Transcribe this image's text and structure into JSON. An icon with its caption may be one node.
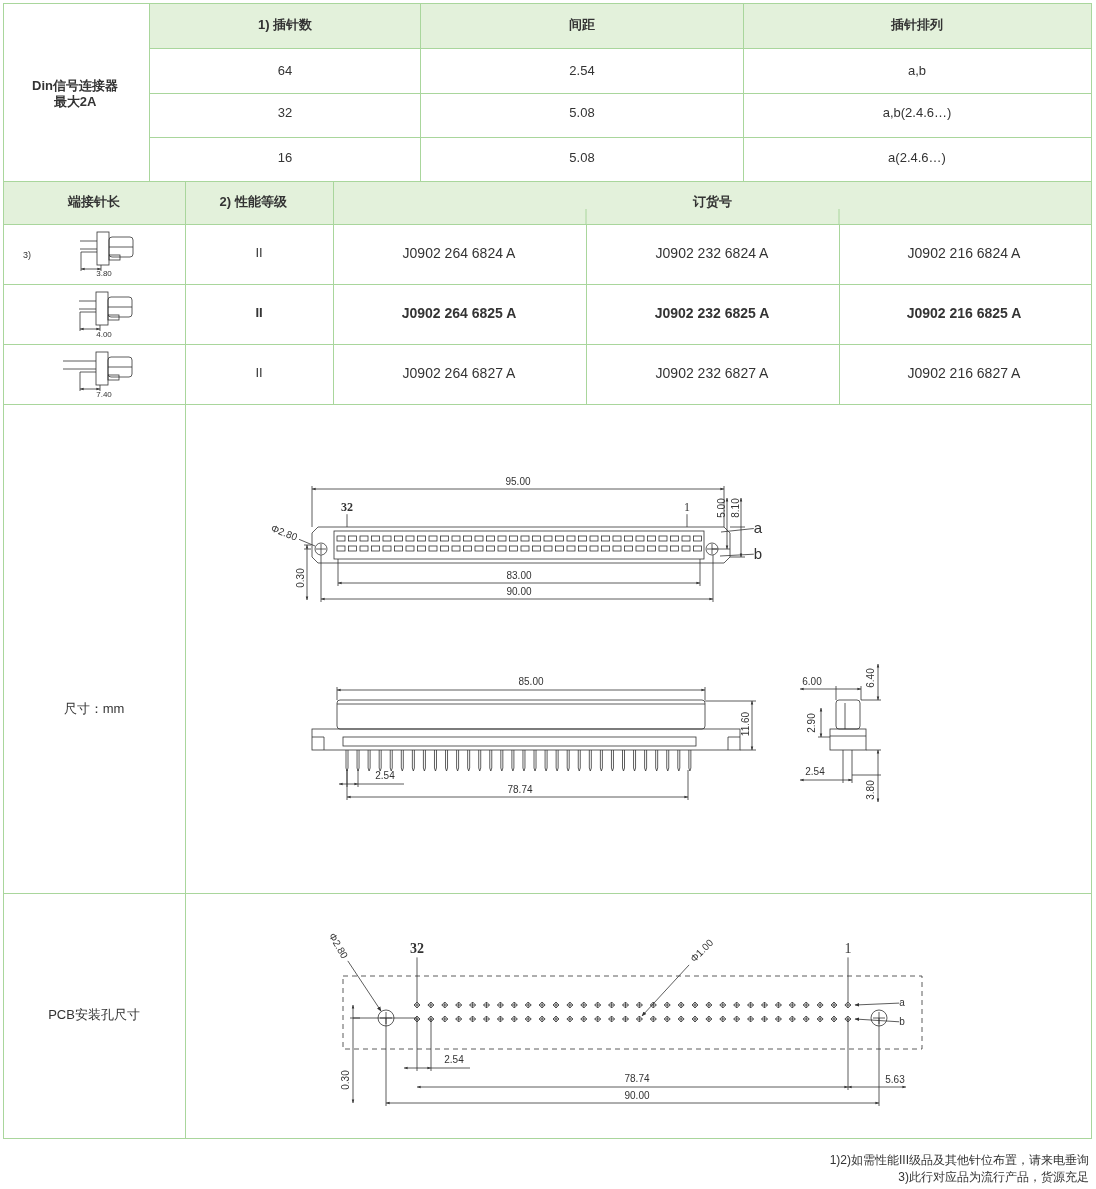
{
  "diagram": {
    "nodes": [
      {
        "text": [
          "32"
        ]
      },
      {
        "text": [
          "1"
        ]
      },
      {
        "text": [
          "Φ2.80"
        ]
      },
      {
        "text": [
          "a"
        ]
      },
      {
        "text": [
          "b"
        ]
      },
      {
        "text": [
          "Φ2.80"
        ]
      },
      {
        "text": [
          "32"
        ]
      },
      {
        "text": [
          "Φ1.00"
        ]
      },
      {
        "text": [
          "1"
        ]
      },
      {
        "text": [
          "a"
        ]
      },
      {
        "text": [
          "b"
        ]
      },
      {
        "text": [],
        "shape": "picture"
      },
      {
        "text": [],
        "shape": "picture"
      }
    ],
    "edges": [
      {
        "from": 0,
        "to": 11,
        "arrow": "none"
      },
      {
        "from": 1,
        "to": 11,
        "arrow": "none"
      },
      {
        "from": 2,
        "to": 11,
        "arrow": "none"
      },
      {
        "from": 3,
        "to": 11,
        "arrow": "none"
      },
      {
        "from": 4,
        "to": 11,
        "arrow": "none"
      },
      {
        "from": 5,
        "to": 12,
        "arrow": "to"
      },
      {
        "from": 6,
        "to": 12,
        "arrow": "none"
      },
      {
        "from": 7,
        "to": 12,
        "arrow": "to"
      },
      {
        "from": 8,
        "to": 12,
        "arrow": "none"
      },
      {
        "from": 9,
        "to": 12,
        "arrow": "to"
      },
      {
        "from": 10,
        "to": 12,
        "arrow": "to"
      }
    ],
    "labels": [
      "Din信号连接器最大2A",
      "1) 插针数",
      "间距",
      "插针排列",
      "64",
      "2.54",
      "a,b",
      "32",
      "5.08",
      "a,b(2.4.6…)",
      "16",
      "5.08",
      "a(2.4.6…)",
      "端接针长",
      "2) 性能等级",
      "订货号",
      "3)",
      "3.80",
      "II",
      "J0902 264 6824 A",
      "J0902 232 6824 A",
      "J0902 216 6824 A",
      "4.00",
      "II",
      "J0902 264 6825 A",
      "J0902 232 6825 A",
      "J0902 216 6825 A",
      "7.40",
      "II",
      "J0902 264 6827 A",
      "J0902 232 6827 A",
      "J0902 216 6827 A",
      "尺寸：mm",
      "95.00",
      "5.00",
      "8.10",
      "0.30",
      "83.00",
      "90.00",
      "85.00",
      "11.60",
      "2.54",
      "78.74",
      "6.00",
      "6.40",
      "2.90",
      "2.54",
      "3.80",
      "PCB安装孔尺寸",
      "2.54",
      "78.74",
      "5.63",
      "0.30",
      "90.00",
      "1)2)如需性能III级品及其他针位布置，请来电垂询",
      "3)此行对应品为流行产品，货源充足"
    ]
  }
}
